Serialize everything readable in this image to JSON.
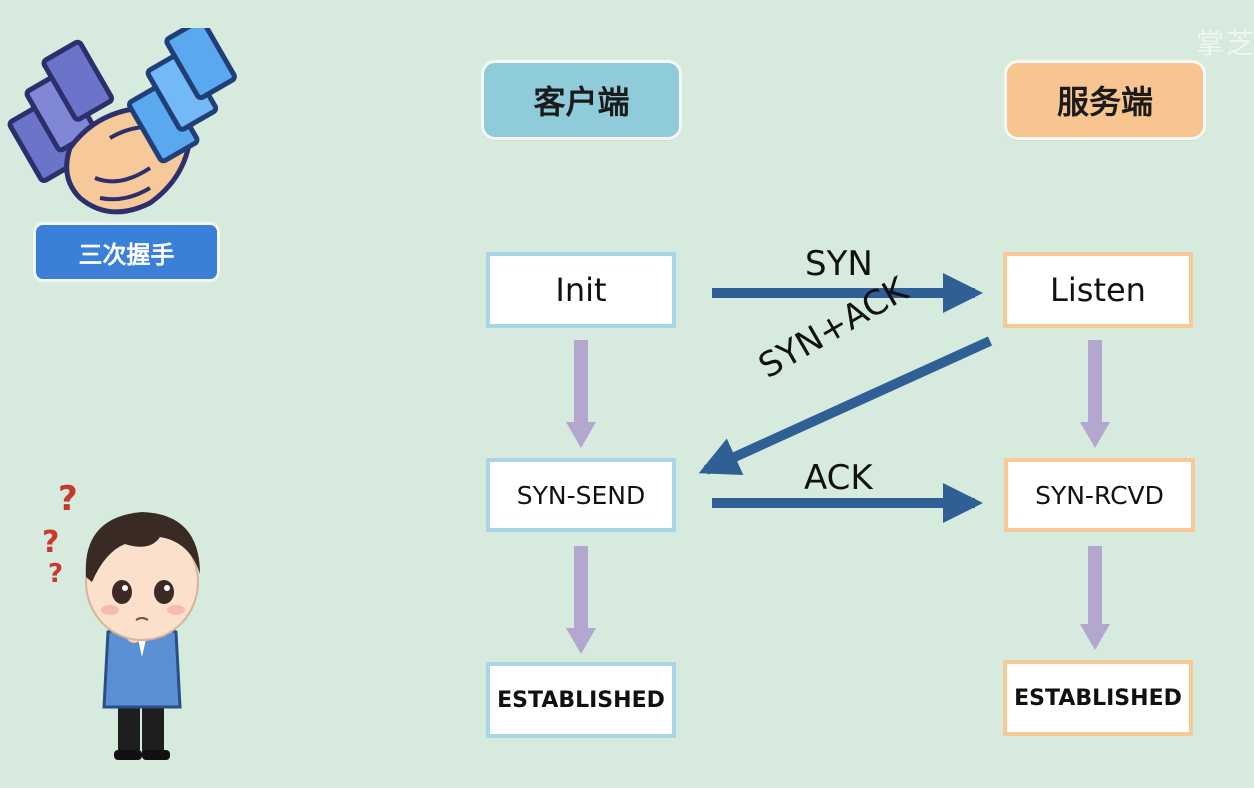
{
  "watermark": "掌芝",
  "headers": {
    "client": "客户端",
    "server": "服务端"
  },
  "badge": "三次握手",
  "states": {
    "client": [
      "Init",
      "SYN-SEND",
      "ESTABLISHED"
    ],
    "server": [
      "Listen",
      "SYN-RCVD",
      "ESTABLISHED"
    ]
  },
  "messages": {
    "syn": "SYN",
    "syn_ack": "SYN+ACK",
    "ack": "ACK"
  },
  "colors": {
    "background": "#d6ebde",
    "client_header": "#8fcbd9",
    "server_header": "#f8c591",
    "client_border": "#a8d6e4",
    "server_border": "#f8c896",
    "message_arrow": "#2f5f94",
    "state_arrow": "#b3a6cf",
    "badge": "#3a80d8"
  },
  "icons": [
    "handshake-icon",
    "confused-boy-illustration",
    "question-mark-icon"
  ]
}
